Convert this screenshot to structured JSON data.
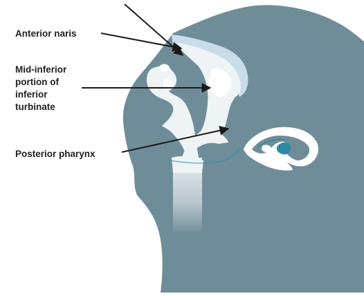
{
  "labels": {
    "anterior_naris": "Anterior naris",
    "mid_inferior": [
      "Mid-inferior",
      "portion of",
      "inferior",
      "turbinate"
    ],
    "posterior_pharynx": "Posterior pharynx"
  },
  "colors": {
    "head": "#6f8d99",
    "airway": "#e9eef2",
    "nasal_lining": "#c9dcea",
    "ear_teal": "#2d8aa6",
    "arrow": "#1a1a1a"
  }
}
